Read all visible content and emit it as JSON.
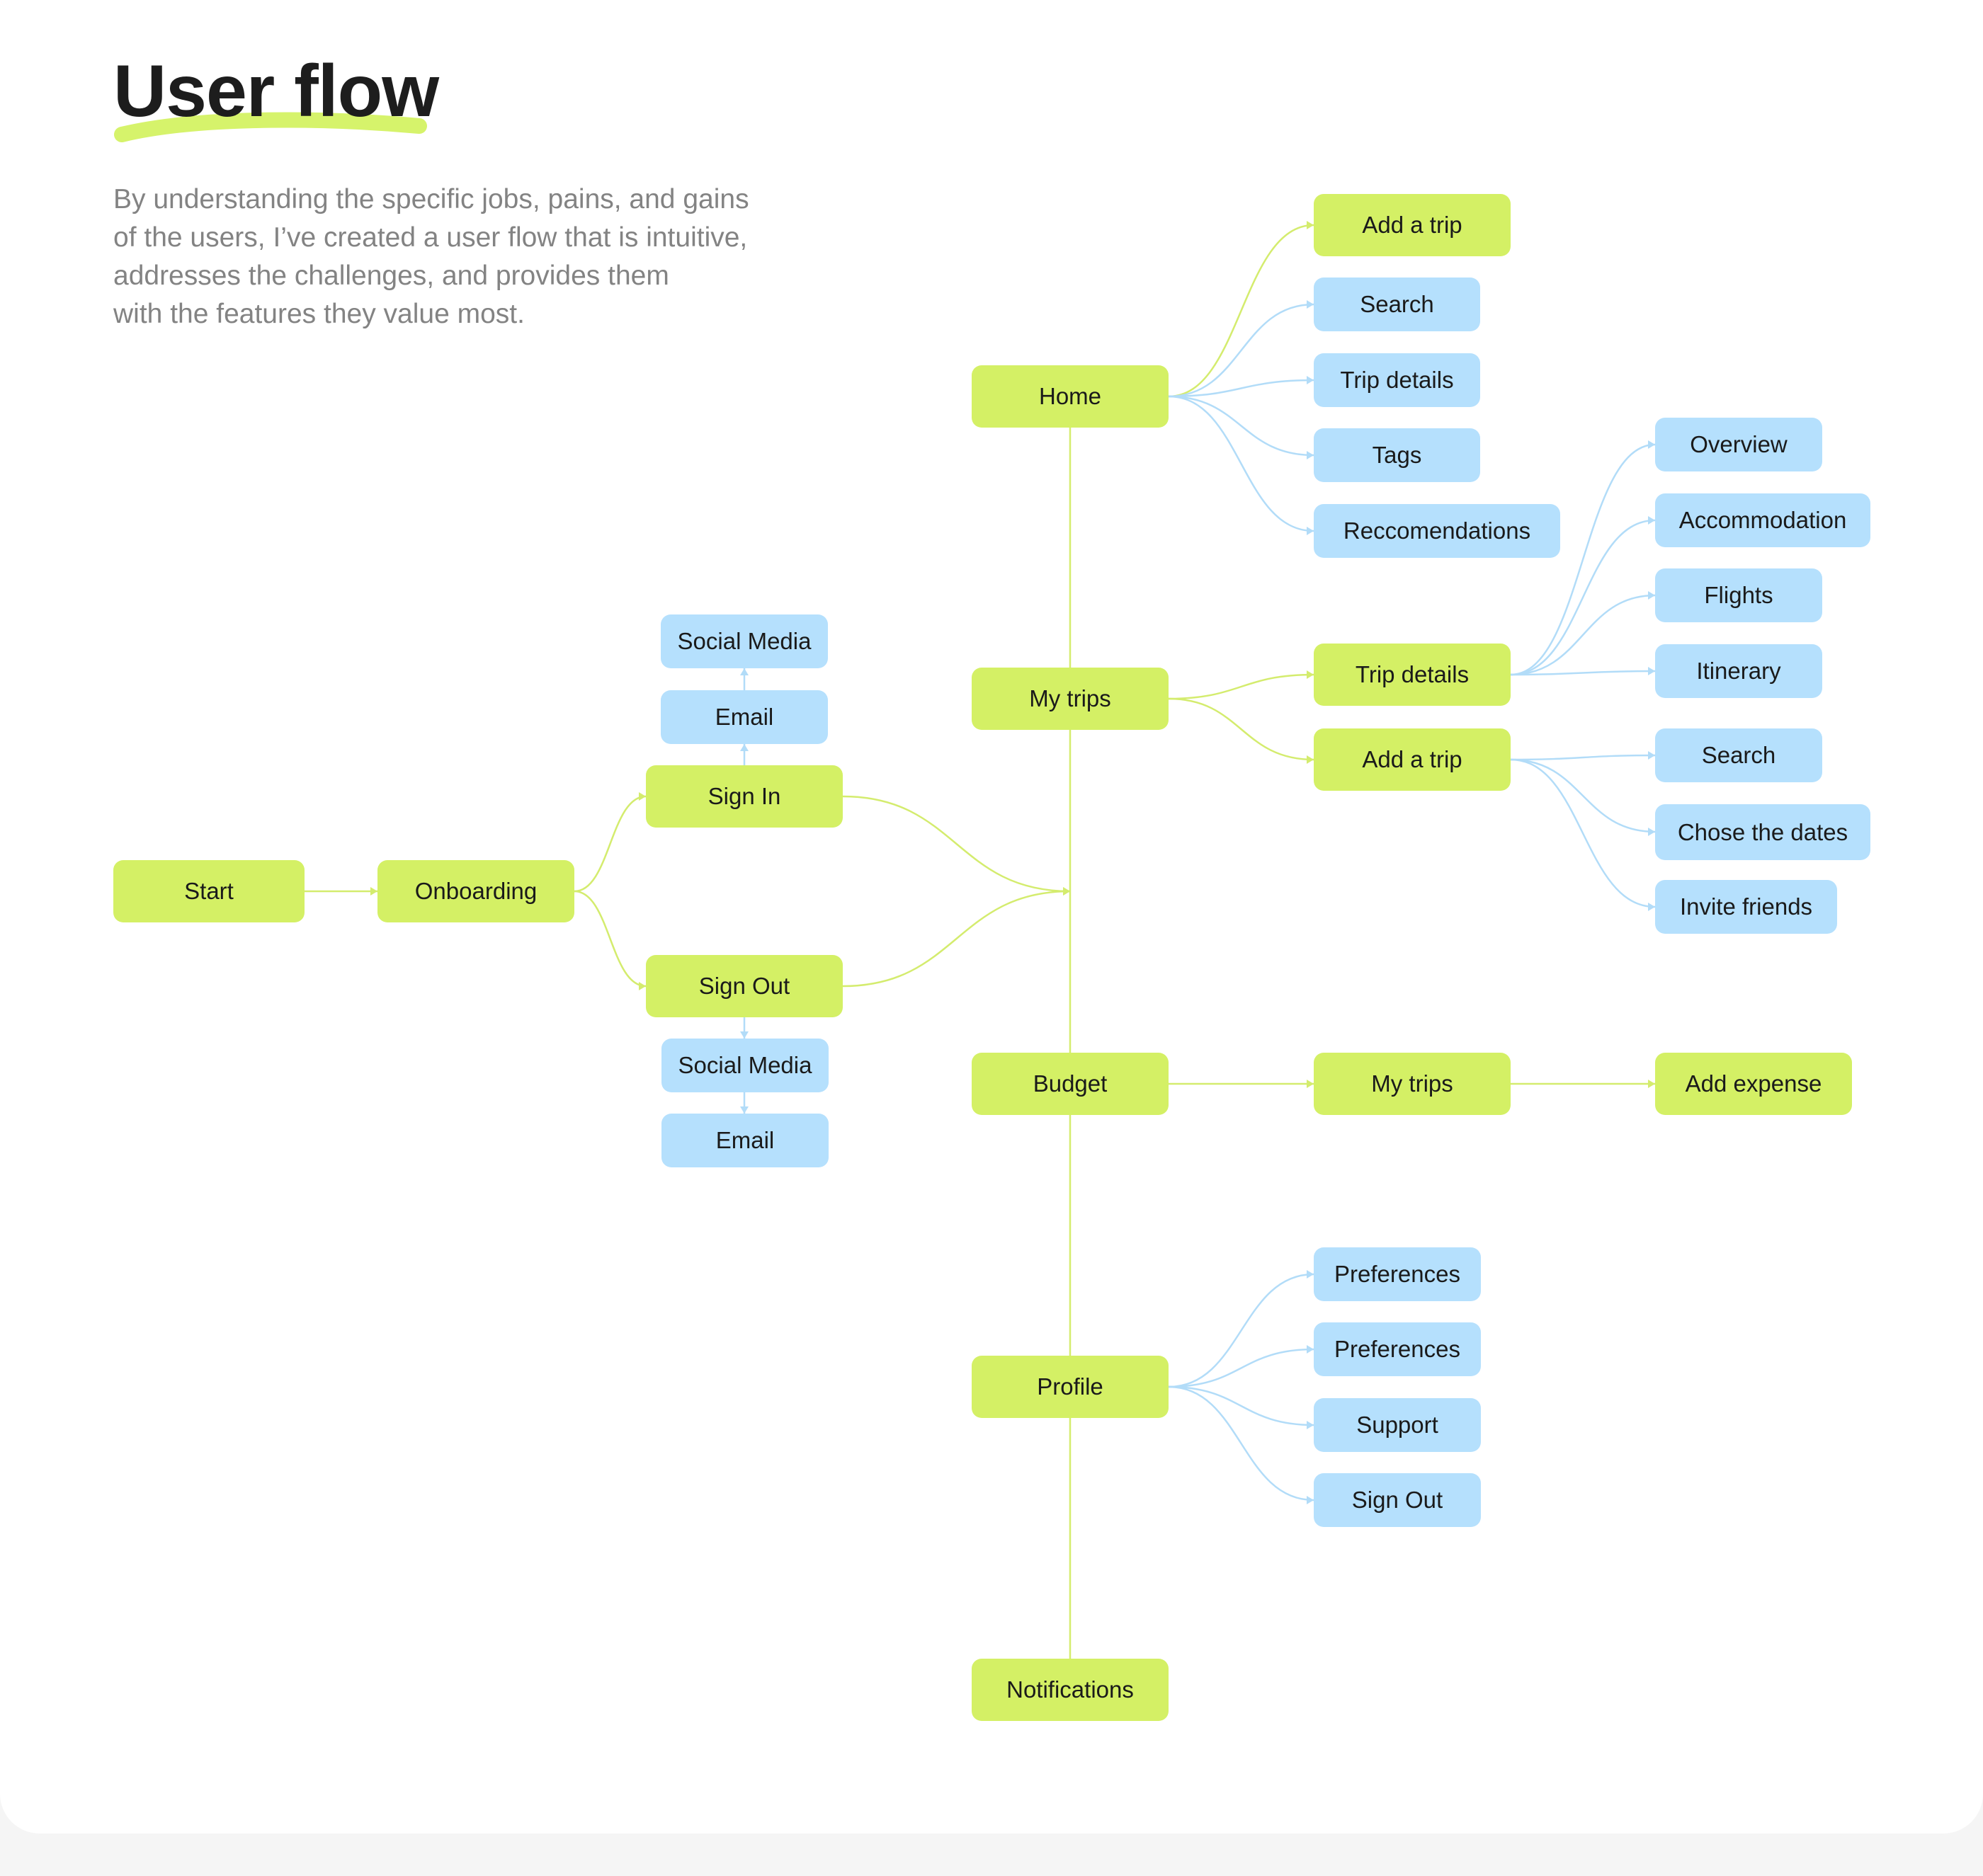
{
  "header": {
    "title": "User flow",
    "subtitle": "By understanding the specific jobs, pains, and gains\nof the users, I’ve created a user flow that is intuitive,\naddresses the challenges, and provides them\nwith the features they value most."
  },
  "colors": {
    "primary_node": "#d4f065",
    "secondary_node": "#b5e0fd",
    "primary_edge": "#d4ec6e",
    "secondary_edge": "#b2dcf8",
    "underline": "#d6f36b"
  },
  "flow": {
    "start": "Start",
    "onboarding": "Onboarding",
    "sign_in": "Sign In",
    "sign_in_social": "Social Media",
    "sign_in_email": "Email",
    "sign_out": "Sign Out",
    "sign_out_social": "Social Media",
    "sign_out_email": "Email",
    "home": "Home",
    "home_add_trip": "Add a trip",
    "home_search": "Search",
    "home_trip_details": "Trip details",
    "home_tags": "Tags",
    "home_recommendations": "Reccomendations",
    "my_trips": "My trips",
    "trip_details": "Trip details",
    "td_overview": "Overview",
    "td_accommodation": "Accommodation",
    "td_flights": "Flights",
    "td_itinerary": "Itinerary",
    "add_trip": "Add a trip",
    "at_search": "Search",
    "at_dates": "Chose the dates",
    "at_invite": "Invite friends",
    "budget": "Budget",
    "budget_my_trips": "My trips",
    "budget_add_expense": "Add expense",
    "profile": "Profile",
    "profile_preferences_1": "Preferences",
    "profile_preferences_2": "Preferences",
    "profile_support": "Support",
    "profile_sign_out": "Sign Out",
    "notifications": "Notifications"
  }
}
